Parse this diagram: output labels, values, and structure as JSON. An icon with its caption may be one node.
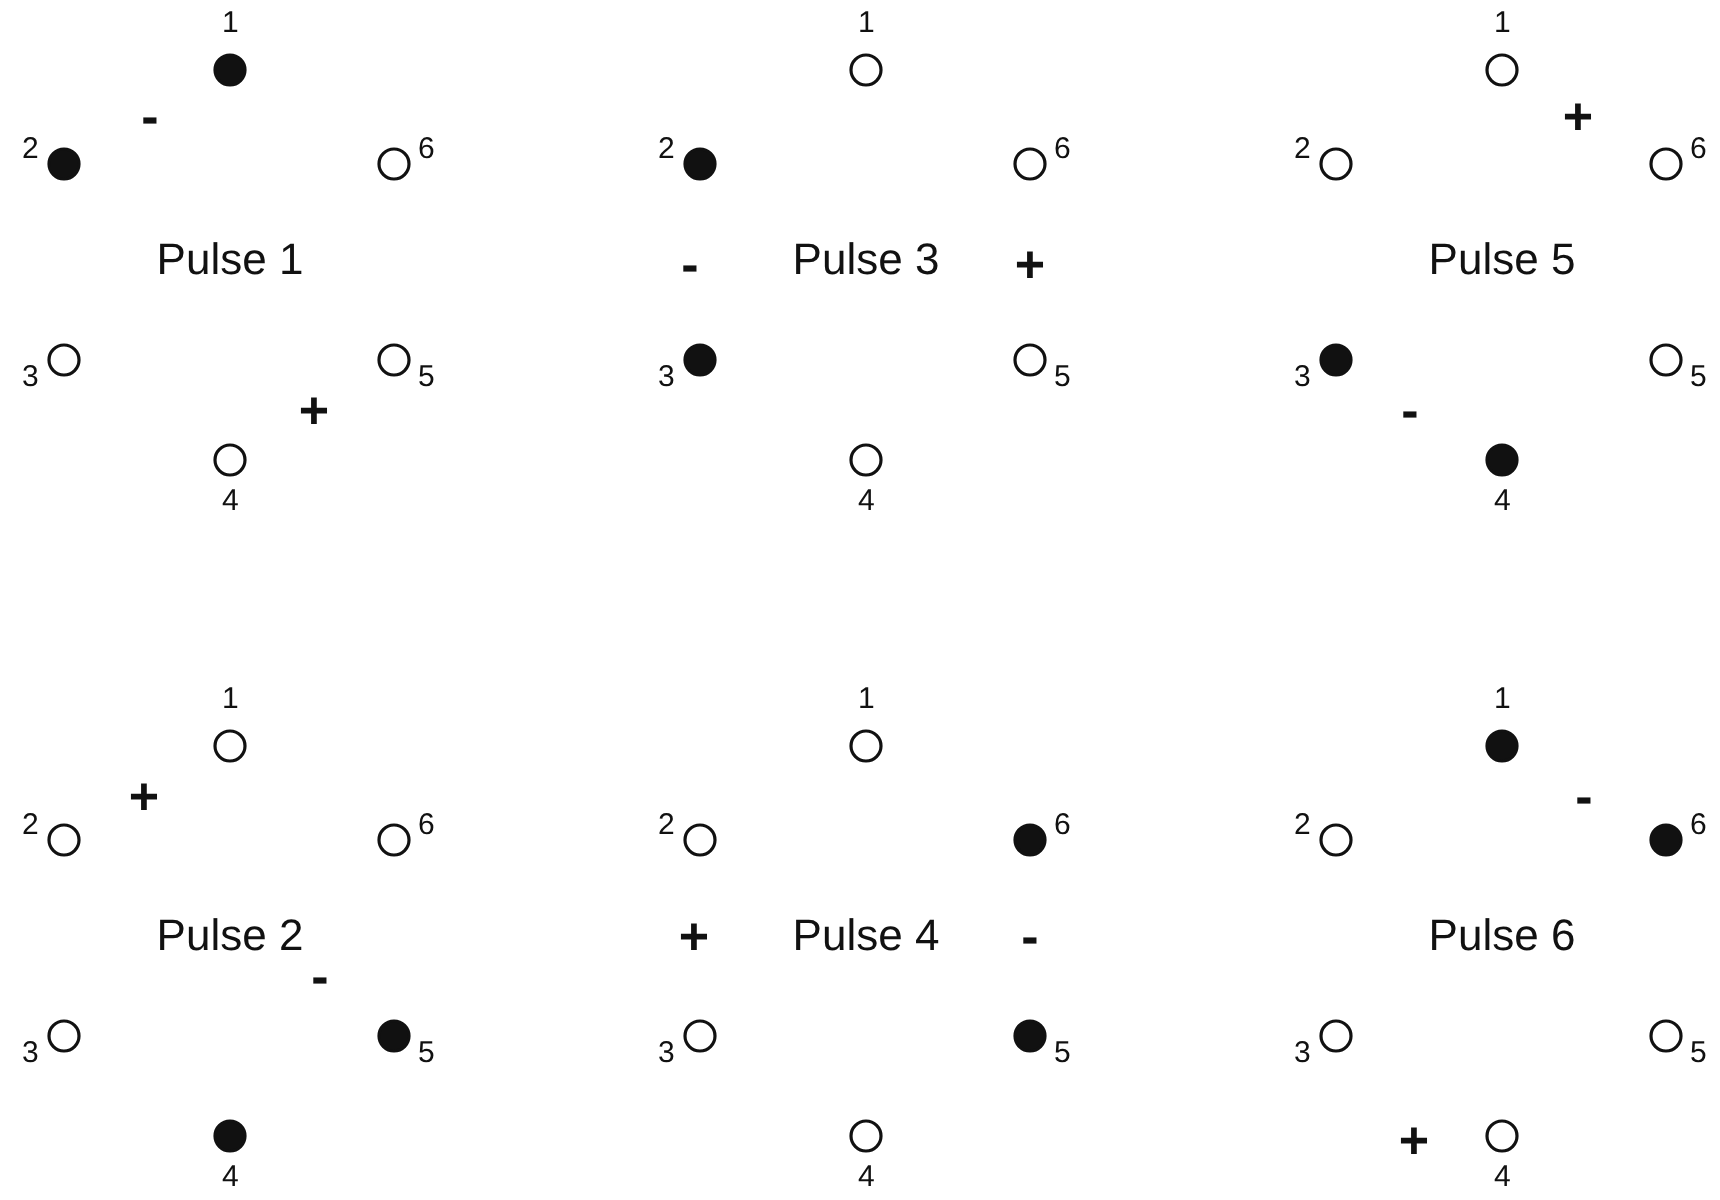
{
  "diagram": {
    "nodes": [
      {
        "text": [],
        "shape": "dot",
        "beside": [
          "1"
        ]
      },
      {
        "text": [],
        "shape": "dot",
        "beside": [
          "2"
        ]
      },
      {
        "text": [],
        "shape": "circle",
        "beside": [
          "6"
        ]
      },
      {
        "text": [],
        "shape": "circle",
        "beside": [
          "3"
        ]
      },
      {
        "text": [],
        "shape": "circle",
        "beside": [
          "5"
        ]
      },
      {
        "text": [],
        "shape": "circle",
        "beside": [
          "4"
        ]
      },
      {
        "text": [],
        "shape": "circle",
        "beside": [
          "1"
        ]
      },
      {
        "text": [],
        "shape": "dot",
        "beside": [
          "2"
        ]
      },
      {
        "text": [],
        "shape": "circle",
        "beside": [
          "6"
        ]
      },
      {
        "text": [],
        "shape": "dot",
        "beside": [
          "3"
        ]
      },
      {
        "text": [],
        "shape": "circle",
        "beside": [
          "5"
        ]
      },
      {
        "text": [],
        "shape": "circle",
        "beside": [
          "4"
        ]
      },
      {
        "text": [],
        "shape": "circle",
        "beside": [
          "1"
        ]
      },
      {
        "text": [],
        "shape": "circle",
        "beside": [
          "2"
        ]
      },
      {
        "text": [],
        "shape": "circle",
        "beside": [
          "6"
        ]
      },
      {
        "text": [],
        "shape": "dot",
        "beside": [
          "3"
        ]
      },
      {
        "text": [],
        "shape": "circle",
        "beside": [
          "5"
        ]
      },
      {
        "text": [],
        "shape": "dot",
        "beside": [
          "4"
        ]
      },
      {
        "text": [],
        "shape": "circle",
        "beside": [
          "1"
        ]
      },
      {
        "text": [],
        "shape": "circle",
        "beside": [
          "2"
        ]
      },
      {
        "text": [],
        "shape": "circle",
        "beside": [
          "6"
        ]
      },
      {
        "text": [],
        "shape": "circle",
        "beside": [
          "3"
        ]
      },
      {
        "text": [],
        "shape": "dot",
        "beside": [
          "5"
        ]
      },
      {
        "text": [],
        "shape": "dot",
        "beside": [
          "4"
        ]
      },
      {
        "text": [],
        "shape": "circle",
        "beside": [
          "1"
        ]
      },
      {
        "text": [],
        "shape": "circle",
        "beside": [
          "2"
        ]
      },
      {
        "text": [],
        "shape": "dot",
        "beside": [
          "6"
        ]
      },
      {
        "text": [],
        "shape": "circle",
        "beside": [
          "3"
        ]
      },
      {
        "text": [],
        "shape": "dot",
        "beside": [
          "5"
        ]
      },
      {
        "text": [],
        "shape": "circle",
        "beside": [
          "4"
        ]
      },
      {
        "text": [],
        "shape": "dot",
        "beside": [
          "1"
        ]
      },
      {
        "text": [],
        "shape": "circle",
        "beside": [
          "2"
        ]
      },
      {
        "text": [],
        "shape": "dot",
        "beside": [
          "6"
        ]
      },
      {
        "text": [],
        "shape": "circle",
        "beside": [
          "3"
        ]
      },
      {
        "text": [],
        "shape": "circle",
        "beside": [
          "5"
        ]
      },
      {
        "text": [],
        "shape": "circle",
        "beside": [
          "4"
        ]
      }
    ],
    "labels": [
      "-",
      "Pulse 1",
      "+",
      "-",
      "Pulse 3",
      "+",
      "+",
      "Pulse 5",
      "-",
      "+",
      "Pulse 2",
      "-",
      "+",
      "Pulse 4",
      "-",
      "-",
      "Pulse 6",
      "+"
    ]
  }
}
